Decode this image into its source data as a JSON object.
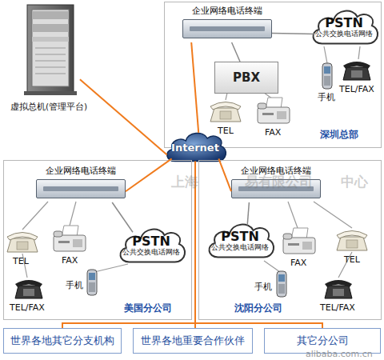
{
  "diagram": {
    "nodes": [
      {
        "text": [
          "虚拟总机(管理平台)"
        ]
      },
      {
        "text": [
          "深圳总部"
        ]
      },
      {
        "text": [
          "企业网络电话终端"
        ],
        "in": 1
      },
      {
        "text": [
          "PSTN",
          "公共交换电话网络"
        ],
        "in": 1
      },
      {
        "text": [
          "PBX"
        ],
        "in": 1
      },
      {
        "text": [
          "Internet"
        ]
      },
      {
        "text": [
          "美国分公司"
        ]
      },
      {
        "text": [
          "企业网络电话终端"
        ],
        "in": 6
      },
      {
        "text": [
          "PSTN",
          "公共交换电话网络"
        ],
        "in": 6
      },
      {
        "text": [
          "沈阳分公司"
        ]
      },
      {
        "text": [
          "企业网络电话终端"
        ],
        "in": 9
      },
      {
        "text": [
          "PSTN",
          "公共交换电话网络"
        ],
        "in": 9
      },
      {
        "text": [
          "世界各地其它分支机构"
        ]
      },
      {
        "text": [
          "世界各地重要合作伙伴"
        ]
      },
      {
        "text": [
          "其它分公司"
        ]
      }
    ],
    "edges": [
      {
        "from": 0,
        "to": 5,
        "arrow": "none"
      },
      {
        "from": 2,
        "to": 5,
        "arrow": "none"
      },
      {
        "from": 5,
        "to": 7,
        "arrow": "none"
      },
      {
        "from": 5,
        "to": 10,
        "arrow": "none"
      },
      {
        "from": 12,
        "to": 5,
        "arrow": "none"
      },
      {
        "from": 13,
        "to": 5,
        "arrow": "none"
      },
      {
        "from": 14,
        "to": 5,
        "arrow": "none"
      },
      {
        "from": 2,
        "to": 4,
        "arrow": "none"
      },
      {
        "from": 2,
        "to": 3,
        "arrow": "none"
      },
      {
        "from": 7,
        "to": 8,
        "arrow": "none"
      },
      {
        "from": 10,
        "to": 11,
        "arrow": "none"
      }
    ],
    "labels": [
      "TEL",
      "FAX",
      "手机",
      "TEL/FAX",
      "TEL",
      "FAX",
      "手机",
      "TEL/FAX",
      "TEL",
      "FAX",
      "手机",
      "TEL/FAX",
      "上海",
      "易有限公司",
      "中心",
      "alibaba.com.cn"
    ]
  }
}
